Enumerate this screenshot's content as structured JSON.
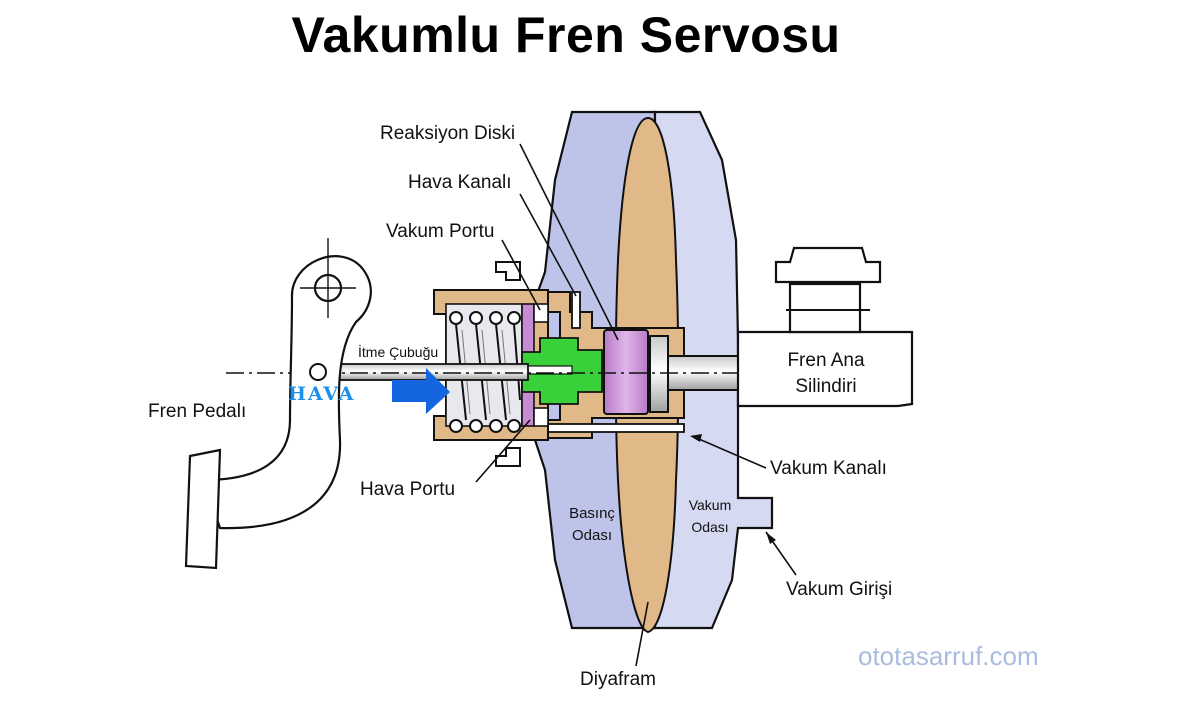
{
  "title": "Vakumlu Fren Servosu",
  "labels": {
    "reaksiyon_diski": "Reaksiyon Diski",
    "hava_kanali": "Hava Kanalı",
    "vakum_portu": "Vakum Portu",
    "itme_cubugu": "İtme Çubuğu",
    "hava": "HAVA",
    "fren_pedali": "Fren Pedalı",
    "hava_portu": "Hava Portu",
    "fren_ana_silindiri_1": "Fren Ana",
    "fren_ana_silindiri_2": "Silindiri",
    "vakum_kanali": "Vakum Kanalı",
    "basinc_odasi_1": "Basınç",
    "basinc_odasi_2": "Odası",
    "vakum_odasi_1": "Vakum",
    "vakum_odasi_2": "Odası",
    "vakum_girisi": "Vakum Girişi",
    "diyafram": "Diyafram"
  },
  "watermark": "ototasarruf.com",
  "colors": {
    "chamber": "#bec4e9",
    "chamber_light": "#d6d9f2",
    "diaphragm": "#e1b988",
    "plunger": "#39d039",
    "reaction_disc": "#c68bd2",
    "spring_body": "#e8e8ee",
    "arrow": "#1565e0"
  }
}
